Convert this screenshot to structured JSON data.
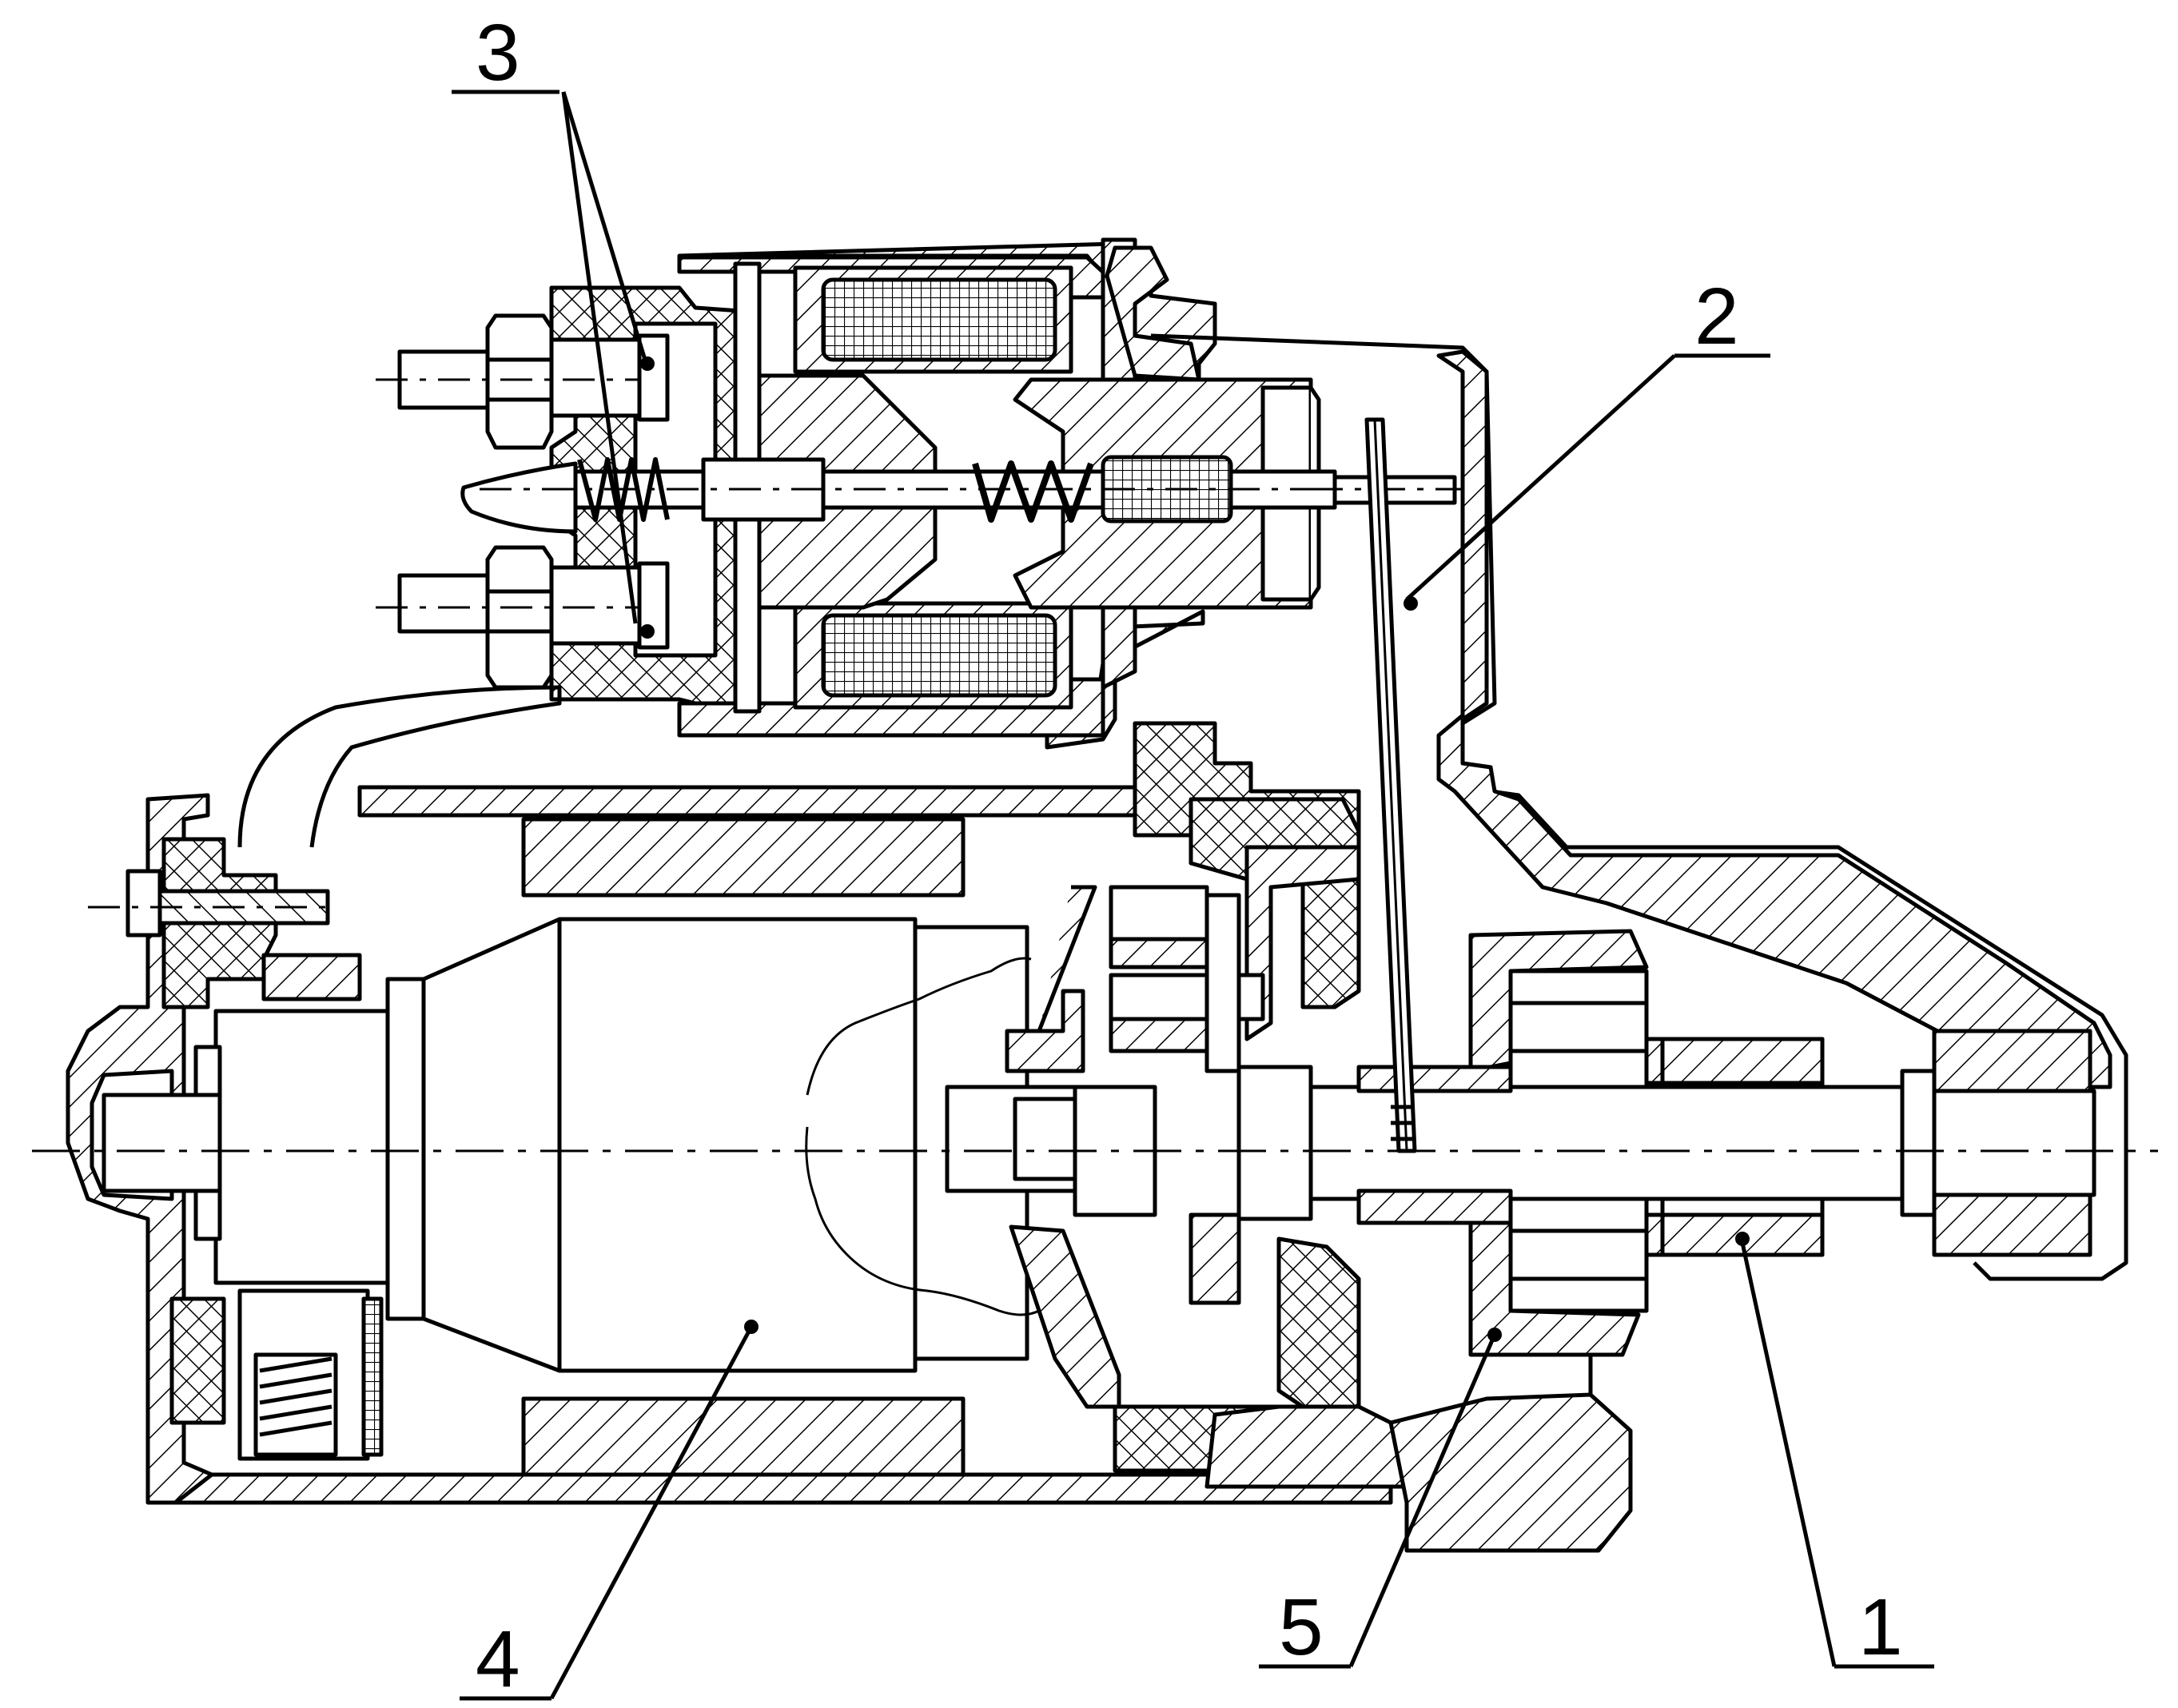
{
  "callouts": [
    {
      "id": "1",
      "text": "1"
    },
    {
      "id": "2",
      "text": "2"
    },
    {
      "id": "3",
      "text": "3"
    },
    {
      "id": "4",
      "text": "4"
    },
    {
      "id": "5",
      "text": "5"
    }
  ],
  "colors": {
    "ink": "#000000",
    "paper": "#ffffff"
  }
}
